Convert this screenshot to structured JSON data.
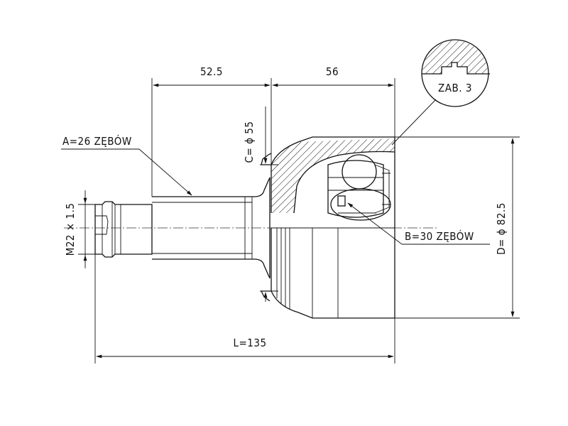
{
  "dimensions": {
    "length_a": "52.5",
    "length_b": "56",
    "total_length": "L=135",
    "spline_outer": "A=26 ZĘBÓW",
    "spline_inner": "B=30 ZĘBÓW",
    "flange_diameter": "C= ϕ 55",
    "outer_diameter": "D= ϕ 82.5",
    "thread": "M22 × 1.5",
    "detail_callout": "ZAB. 3"
  },
  "colors": {
    "ink": "#111111",
    "background": "#ffffff"
  }
}
